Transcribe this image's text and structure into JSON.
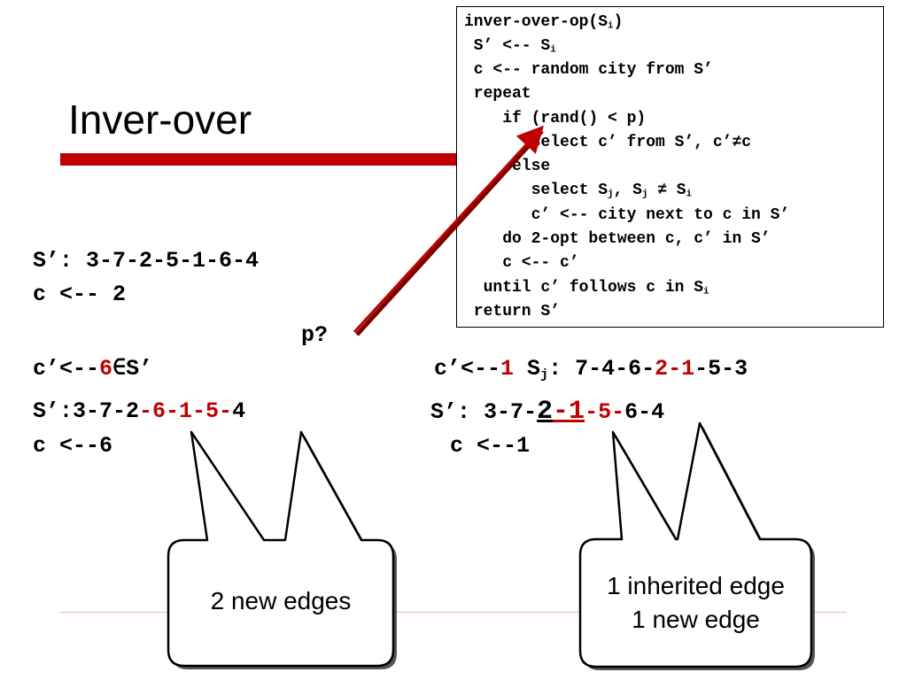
{
  "slide": {
    "title": "Inver-over"
  },
  "pseudocode": {
    "l1_a": "inver-over-op(S",
    "l1_sub": "i",
    "l1_b": ")",
    "l2_a": " S’ <-- S",
    "l2_sub": "i",
    "l3": " c <-- random city from S’",
    "l4": " repeat",
    "l5": "    if (rand() < p)",
    "l6": "       select c’ from S’, c’≠c",
    "l7": "     else",
    "l8_a": "       select S",
    "l8_sub1": "j",
    "l8_b": ", S",
    "l8_sub2": "j",
    "l8_c": " ≠ S",
    "l8_sub3": "i",
    "l9": "       c’ <-- city next to c in S’",
    "l10": "    do 2-opt between c, c’ in S’",
    "l11": "    c <-- c’",
    "l12_a": "  until c’ follows c in S",
    "l12_sub": "i",
    "l13": " return S’"
  },
  "left_example": {
    "s_prime": "S’: 3-7-2-5-1-6-4",
    "c_init": "c <-- 2",
    "p_question": "p?",
    "c_prime_prefix": "c’<--",
    "c_prime_value": "6",
    "c_prime_suffix": "∈S’",
    "s_new_prefix": "S’:3-7-2",
    "s_new_red": "-6-1-5-",
    "s_new_suffix": "4",
    "c_next": "c <--6"
  },
  "right_example": {
    "c_prime_prefix": "c’<--",
    "c_prime_value": "1",
    "sj_label": " S",
    "sj_sub": "j",
    "sj_colon": ": 7-4-6-",
    "sj_red": "2-1",
    "sj_suffix": "-5-3",
    "s_new_prefix": "S’: 3-7-",
    "s_new_u1": "2",
    "s_new_u2": "-1",
    "s_new_red": "-5-",
    "s_new_suffix": "6-4",
    "c_next": "c <--1"
  },
  "callouts": {
    "left_text": "2 new edges",
    "right_line1": "1 inherited edge",
    "right_line2": "1 new edge"
  },
  "colors": {
    "accent_red": "#c00000",
    "text": "#000000",
    "background": "#ffffff",
    "rule": "#e9b8a8"
  }
}
